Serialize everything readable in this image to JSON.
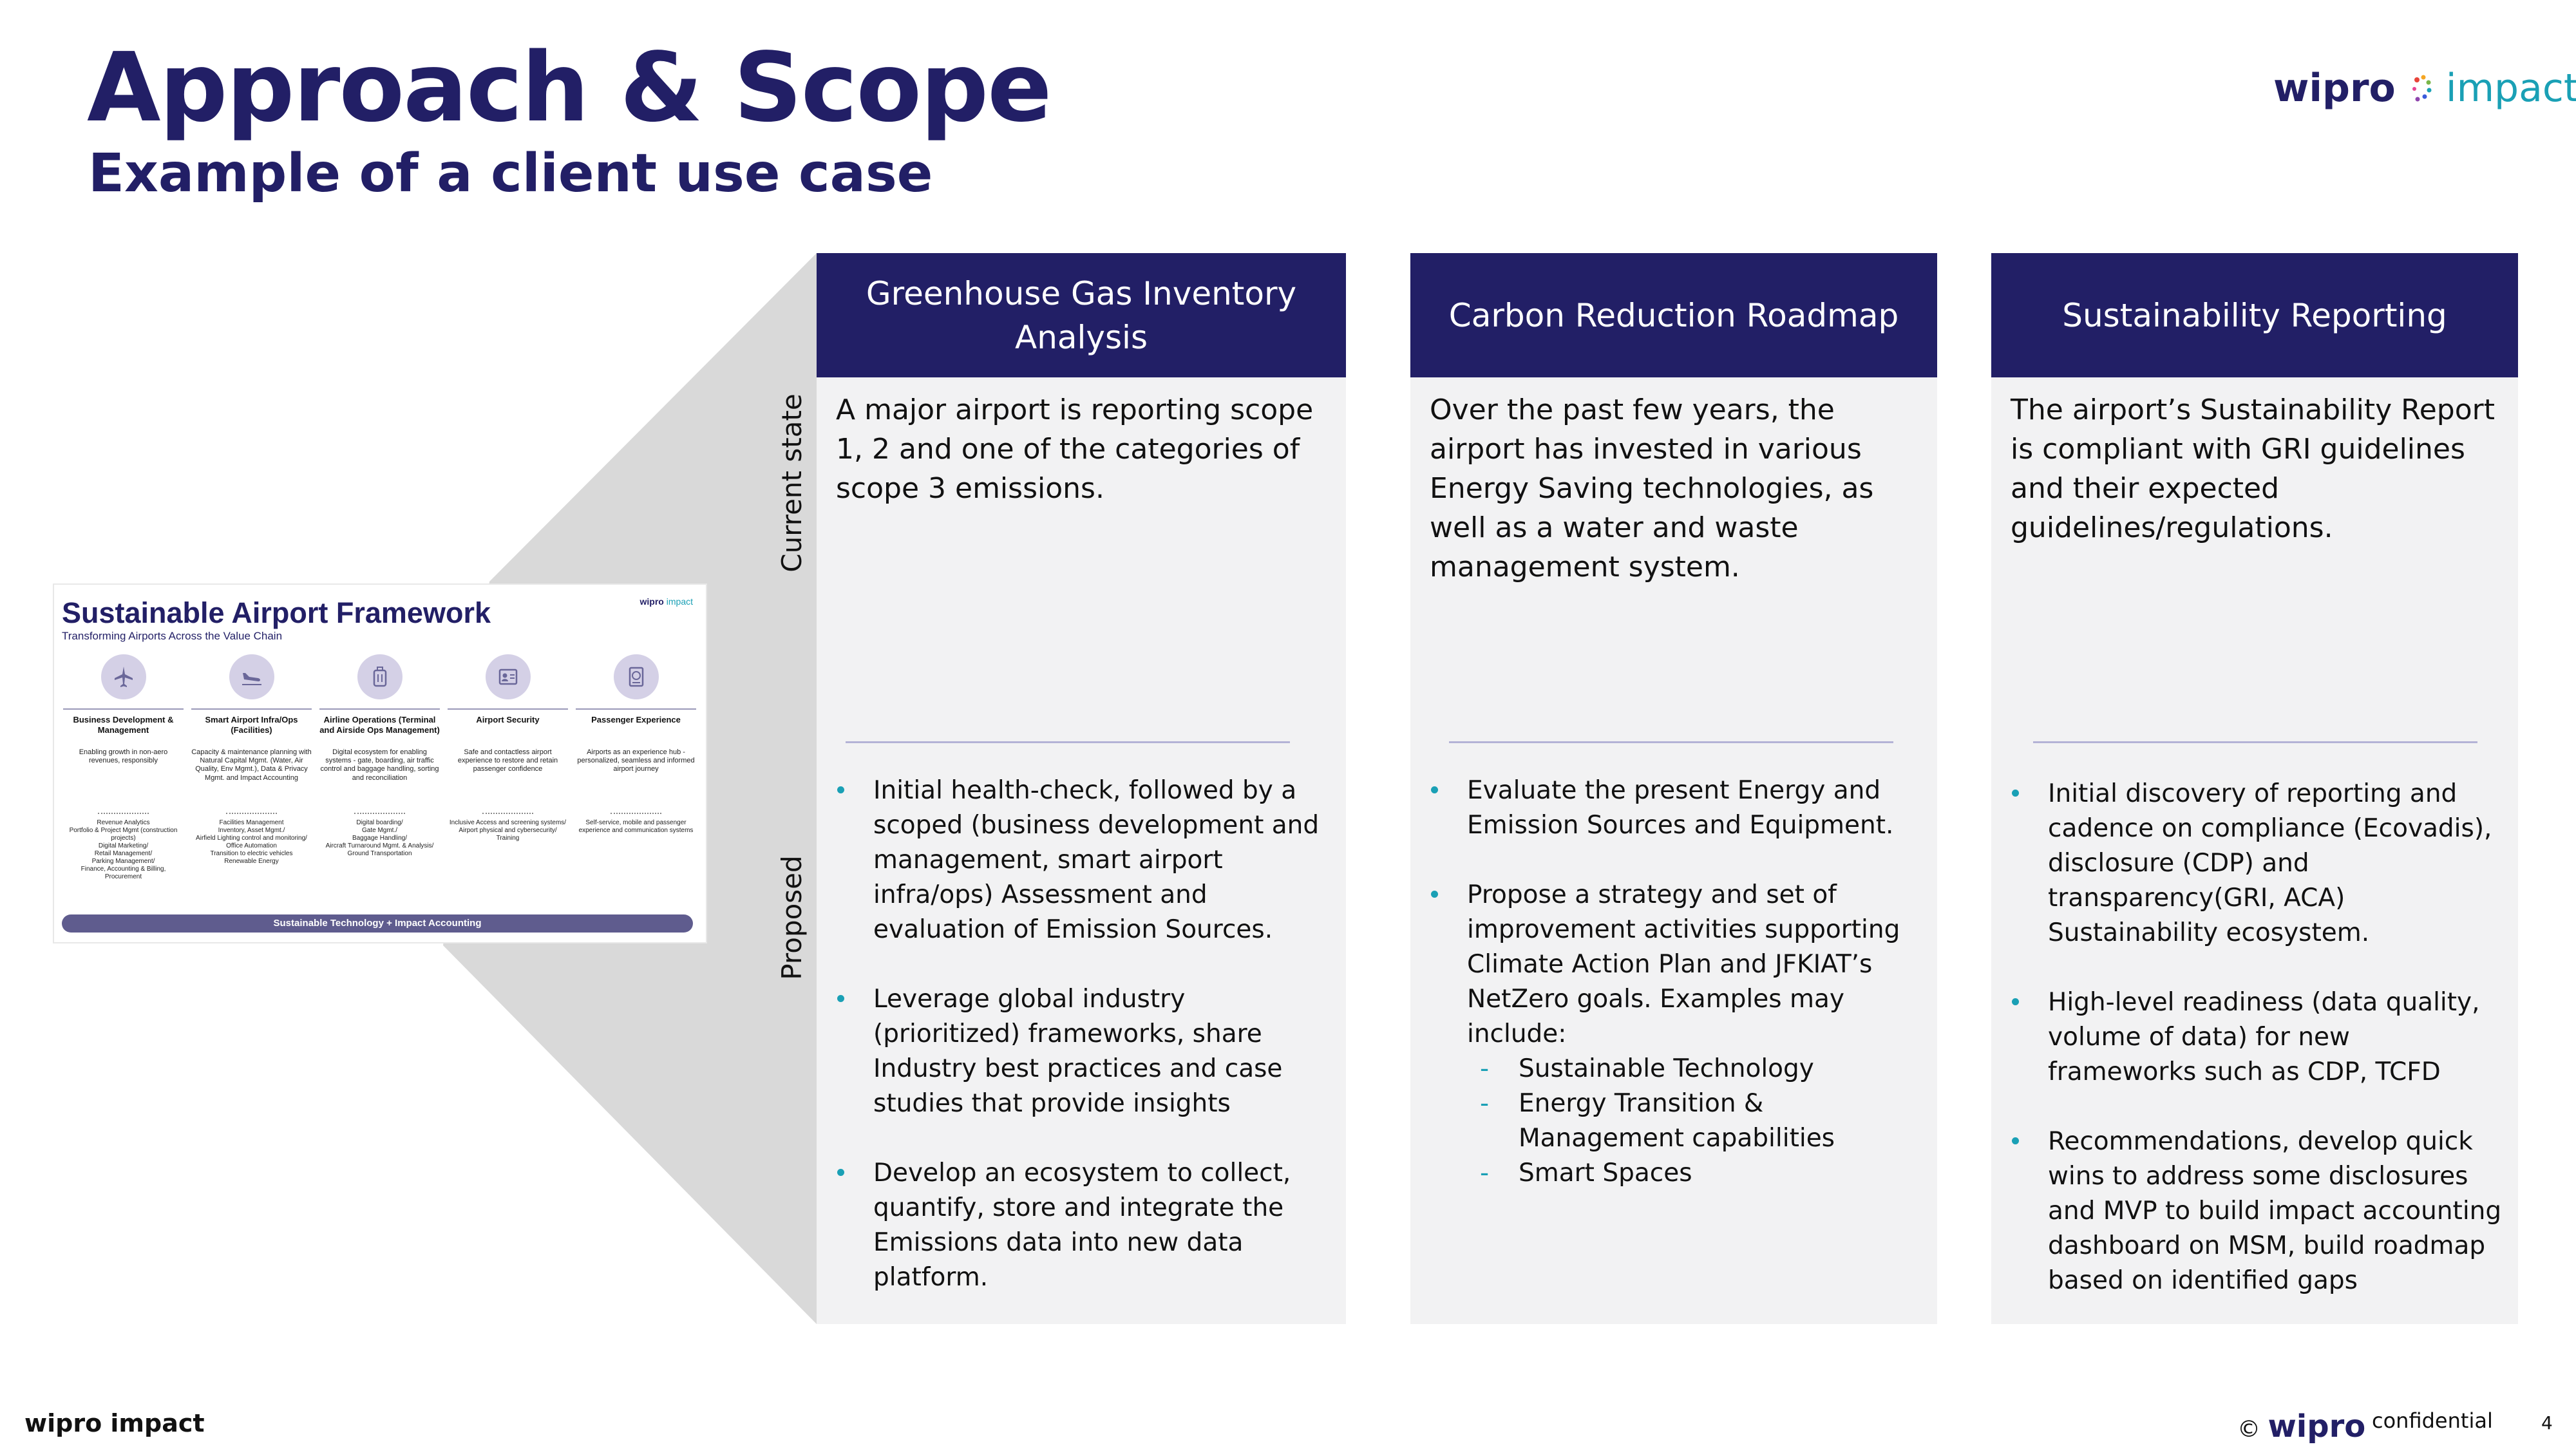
{
  "header": {
    "title": "Approach & Scope",
    "subtitle": "Example of a client use case",
    "logo_wordmark": "wipro",
    "logo_suffix": "impact"
  },
  "thumbnail": {
    "title": "Sustainable Airport Framework",
    "subtitle": "Transforming Airports Across the Value Chain",
    "logo_wordmark": "wipro",
    "logo_suffix": "impact",
    "columns": [
      {
        "icon": "airplane-icon",
        "heading": "Business Development & Management",
        "description": "Enabling growth in non-aero revenues, responsibly",
        "items": "Revenue Analytics\nPortfolio & Project Mgmt (construction projects)\nDigital Marketing/\nRetail Management/\nParking Management/\nFinance, Accounting & Billing,\nProcurement"
      },
      {
        "icon": "plane-landing-icon",
        "heading": "Smart Airport Infra/Ops (Facilities)",
        "description": "Capacity & maintenance planning with Natural Capital Mgmt. (Water, Air Quality, Env Mgmt.), Data & Privacy Mgmt. and Impact Accounting",
        "items": "Facilities Management\nInventory, Asset Mgmt./\nAirfield Lighting control and monitoring/\nOffice Automation\nTransition to electric vehicles\nRenewable Energy"
      },
      {
        "icon": "luggage-icon",
        "heading": "Airline Operations (Terminal and Airside Ops Management)",
        "description": "Digital ecosystem for enabling systems - gate, boarding, air traffic control and baggage handling, sorting and reconciliation",
        "items": "Digital boarding/\nGate Mgmt./\nBaggage Handling/\nAircraft Turnaround Mgmt. & Analysis/\nGround Transportation"
      },
      {
        "icon": "id-badge-icon",
        "heading": "Airport Security",
        "description": "Safe and contactless airport experience to restore and retain passenger confidence",
        "items": "Inclusive Access and screening systems/\nAirport physical and cybersecurity/\nTraining"
      },
      {
        "icon": "passport-icon",
        "heading": "Passenger Experience",
        "description": "Airports as an experience hub - personalized, seamless and informed airport journey",
        "items": "Self-service, mobile and passenger experience and communication systems"
      }
    ],
    "footer_bar": "Sustainable Technology + Impact Accounting"
  },
  "row_labels": {
    "current": "Current state",
    "proposed": "Proposed"
  },
  "cards": [
    {
      "title": "Greenhouse Gas Inventory Analysis",
      "current_state": "A major airport is reporting scope 1, 2 and one of the categories of scope 3 emissions.",
      "proposed": [
        "Initial health-check, followed by a scoped (business development and management, smart airport infra/ops)  Assessment and evaluation of Emission Sources.",
        "Leverage global industry (prioritized) frameworks, share Industry best practices and case studies that provide insights",
        "Develop an ecosystem to collect, quantify, store and integrate the Emissions data into new data platform."
      ]
    },
    {
      "title": "Carbon Reduction Roadmap",
      "current_state": "Over the past few years, the airport has invested in various Energy Saving technologies, as well as a water and waste management system.",
      "proposed": [
        "Evaluate the present Energy and Emission Sources and Equipment.",
        "Propose a strategy and set of improvement activities supporting Climate Action Plan and JFKIAT’s NetZero goals.  Examples may include:"
      ],
      "sub_items": [
        "Sustainable Technology",
        "Energy Transition & Management capabilities",
        "Smart Spaces"
      ]
    },
    {
      "title": "Sustainability Reporting",
      "current_state": "The airport’s Sustainability Report is compliant with GRI guidelines and their expected guidelines/regulations.",
      "proposed": [
        "Initial discovery of reporting and cadence on compliance (Ecovadis), disclosure (CDP) and transparency(GRI, ACA) Sustainability ecosystem.",
        "High-level readiness (data quality, volume of data) for new frameworks such as CDP, TCFD",
        "Recommendations, develop quick wins to address some disclosures and MVP to build impact accounting dashboard on MSM, build roadmap based on identified gaps"
      ]
    }
  ],
  "footer": {
    "left": "wipro impact",
    "copyright_symbol": "©",
    "copyright_brand": "wipro",
    "confidential": "confidential",
    "page_number": "4"
  },
  "colors": {
    "navy": "#221f66",
    "teal": "#1aa0b5",
    "panel": "#f2f2f3",
    "funnel": "#d9d9d9"
  }
}
